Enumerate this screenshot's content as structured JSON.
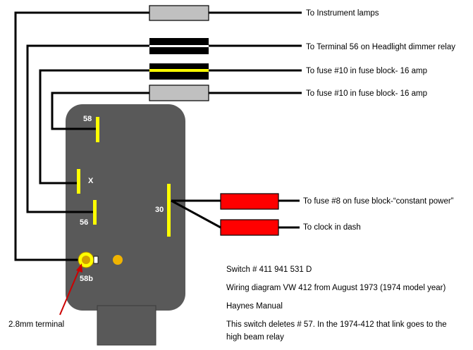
{
  "wires": {
    "instrument_lamps": "To Instrument lamps",
    "terminal_56_dimmer": "To Terminal 56 on Headlight dimmer relay",
    "fuse10_a": "To fuse #10 in fuse block- 16 amp",
    "fuse10_b": "To fuse #10 in fuse block- 16 amp",
    "fuse8": "To fuse #8 on fuse block-“constant power”",
    "clock": "To clock in dash"
  },
  "terminals": {
    "t58": "58",
    "tx": "X",
    "t56": "56",
    "t30": "30",
    "t58b": "58b"
  },
  "callout": "2.8mm terminal",
  "notes": {
    "switch_no": "Switch # 411 941 531 D",
    "wiring": "Wiring diagram VW 412 from August 1973 (1974 model year)",
    "manual": "Haynes Manual",
    "deletes_line1": "This switch deletes # 57. In the 1974-412 that link goes to the",
    "deletes_line2": "high beam relay"
  },
  "colors": {
    "switch_body": "#595959",
    "terminal": "#ffff00",
    "fuse_red": "#ff0000",
    "fuse_grey": "#c0c0c0",
    "fuse_black": "#000000",
    "wire": "#000000",
    "callout_arrow": "#cc0000"
  }
}
